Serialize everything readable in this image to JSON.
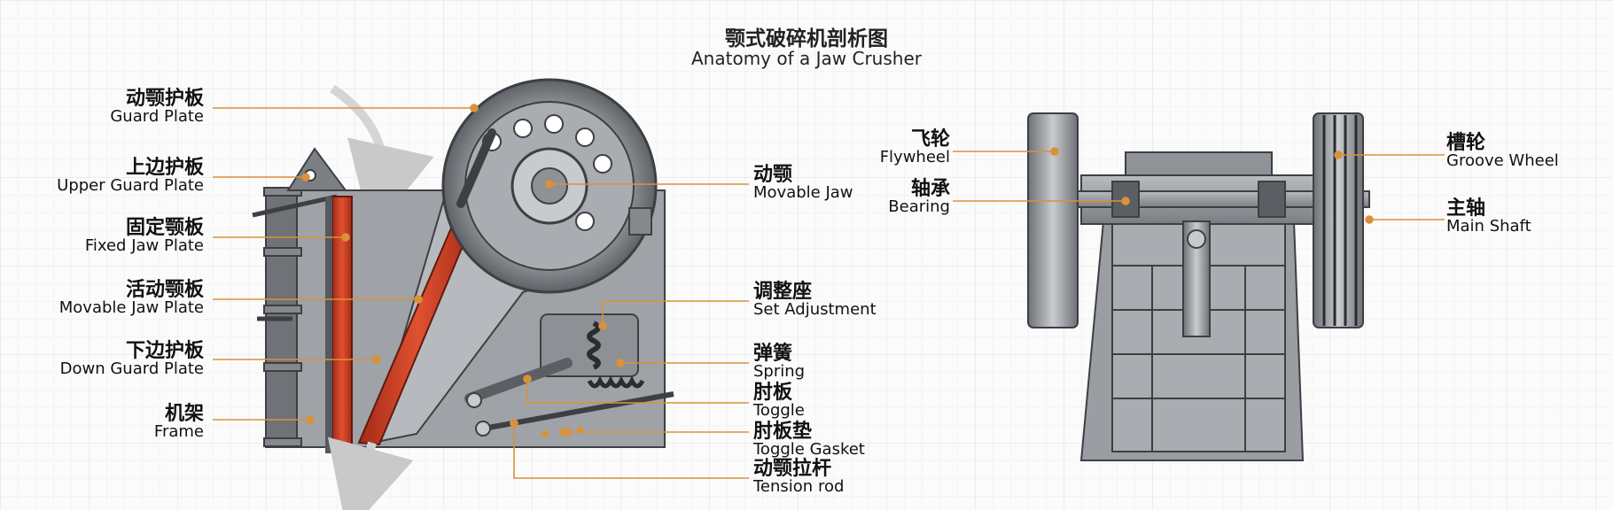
{
  "title": {
    "zh": "颚式破碎机剖析图",
    "en": "Anatomy of a Jaw Crusher"
  },
  "left_labels": [
    {
      "zh": "动颚护板",
      "en": "Guard Plate"
    },
    {
      "zh": "上边护板",
      "en": "Upper Guard Plate"
    },
    {
      "zh": "固定颚板",
      "en": "Fixed Jaw Plate"
    },
    {
      "zh": "活动颚板",
      "en": "Movable Jaw Plate"
    },
    {
      "zh": "下边护板",
      "en": "Down Guard Plate"
    },
    {
      "zh": "机架",
      "en": "Frame"
    }
  ],
  "center_labels": [
    {
      "zh": "动颚",
      "en": "Movable Jaw"
    },
    {
      "zh": "调整座",
      "en": "Set Adjustment"
    },
    {
      "zh": "弹簧",
      "en": "Spring"
    },
    {
      "zh": "肘板",
      "en": "Toggle"
    },
    {
      "zh": "肘板垫",
      "en": "Toggle Gasket"
    },
    {
      "zh": "动颚拉杆",
      "en": "Tension rod"
    }
  ],
  "side_left_labels": [
    {
      "zh": "飞轮",
      "en": "Flywheel"
    },
    {
      "zh": "轴承",
      "en": "Bearing"
    }
  ],
  "side_right_labels": [
    {
      "zh": "槽轮",
      "en": "Groove Wheel"
    },
    {
      "zh": "主轴",
      "en": "Main Shaft"
    }
  ],
  "colors": {
    "leader": "#d9923a",
    "steel": "#8a8d91",
    "steel_dark": "#4a4c50",
    "jaw_red": "#c83a22"
  }
}
